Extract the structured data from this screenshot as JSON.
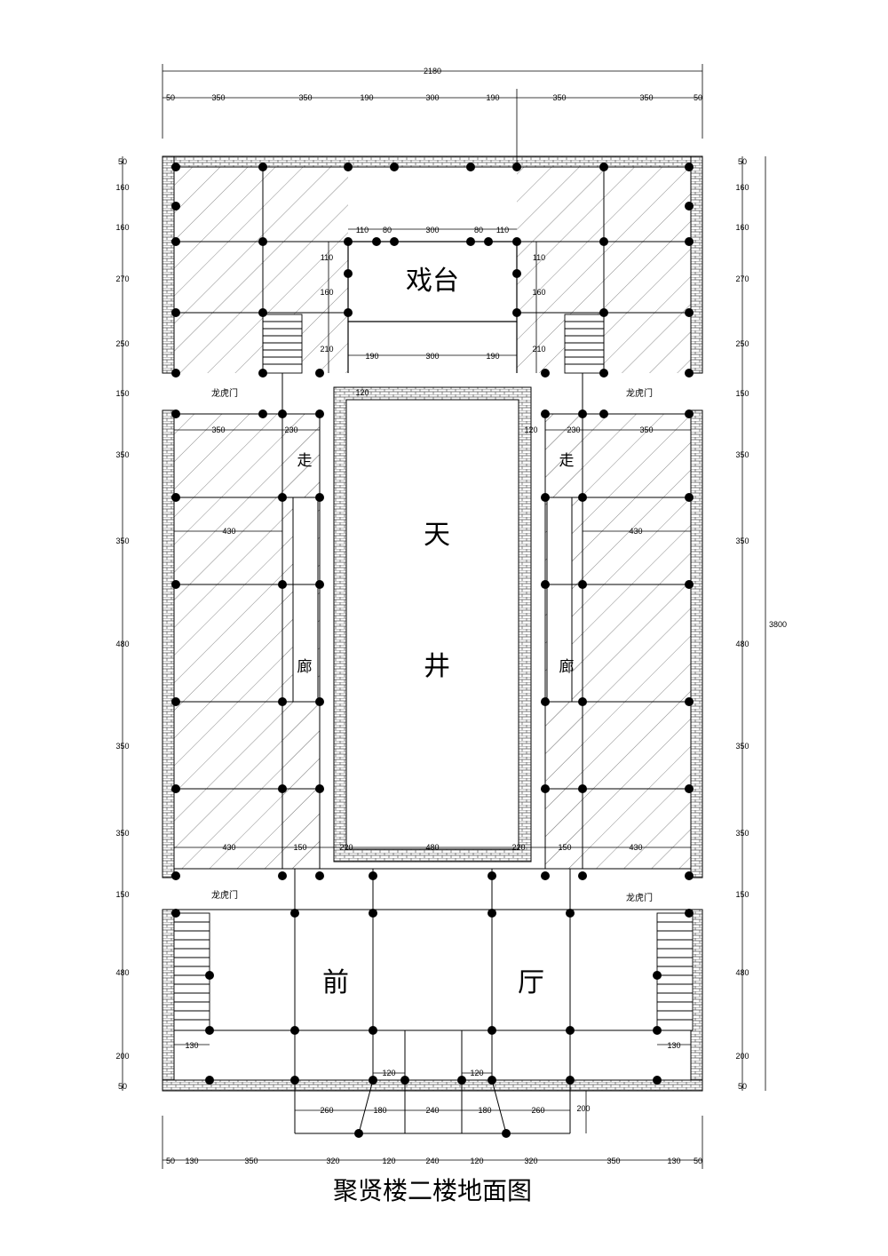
{
  "title": "聚贤楼二楼地面图",
  "rooms": {
    "stage": "戏台",
    "courtyard_1": "天",
    "courtyard_2": "井",
    "corridor_1": "走",
    "corridor_2": "廊",
    "front_hall_1": "前",
    "front_hall_2": "厅"
  },
  "doors": {
    "dragon_tiger_gate": "龙虎门"
  },
  "dimensions": {
    "overall_width": "2180",
    "overall_depth": "3800",
    "top_chain": [
      "50",
      "350",
      "350",
      "190",
      "300",
      "190",
      "350",
      "350",
      "50"
    ],
    "bottom_chain": [
      "50",
      "130",
      "350",
      "320",
      "120",
      "240",
      "120",
      "320",
      "350",
      "130",
      "50"
    ],
    "left_chain": [
      "50",
      "160",
      "160",
      "270",
      "250",
      "150",
      "350",
      "350",
      "480",
      "350",
      "350",
      "150",
      "480",
      "200",
      "50"
    ],
    "right_chain": [
      "50",
      "160",
      "160",
      "270",
      "250",
      "150",
      "350",
      "350",
      "480",
      "350",
      "350",
      "150",
      "480",
      "200",
      "50"
    ],
    "stage_top": [
      "110",
      "80",
      "300",
      "80",
      "110"
    ],
    "stage_side": [
      "110",
      "160",
      "210"
    ],
    "stage_bottom": [
      "190",
      "300",
      "190"
    ],
    "courtyard_top": "120",
    "courtyard_side": "120",
    "wing_top": [
      "350",
      "230"
    ],
    "wing_mid": "430",
    "wing_bottom": [
      "430",
      "150",
      "220",
      "480",
      "220",
      "150",
      "430"
    ],
    "hall_side": "130",
    "entry_top": "120",
    "entry_bottom": [
      "260",
      "180",
      "240",
      "180",
      "260"
    ],
    "entry_depth": "200"
  },
  "colors": {
    "line": "#000000",
    "brick": "#555555",
    "hatch": "#8a8a8a",
    "background": "#ffffff"
  }
}
